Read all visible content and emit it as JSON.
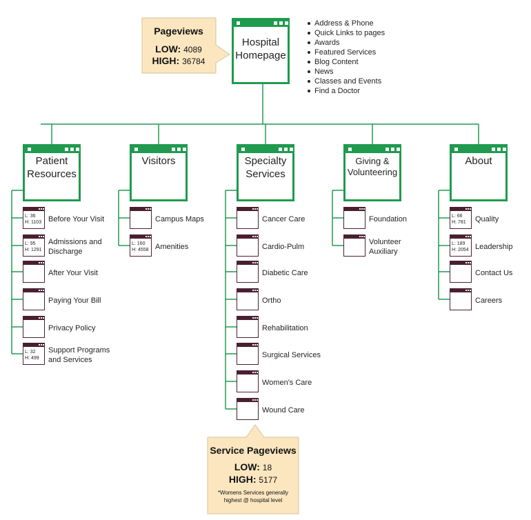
{
  "pageviews_callout": {
    "title": "Pageviews",
    "low_label": "LOW:",
    "low_value": "4089",
    "high_label": "HIGH:",
    "high_value": "36784"
  },
  "homepage": {
    "line1": "Hospital",
    "line2": "Homepage"
  },
  "homepage_bullets": [
    "Address & Phone",
    "Quick Links to pages",
    "Awards",
    "Featured Services",
    "Blog Content",
    "News",
    "Classes and Events",
    "Find a Doctor"
  ],
  "sections": [
    {
      "line1": "Patient",
      "line2": "Resources",
      "pages": [
        {
          "label": "Before Your Visit",
          "low": "L: 36",
          "high": "H: 1103"
        },
        {
          "label": "Admissions and",
          "label2": "Discharge",
          "low": "L: 95",
          "high": "H: 1291"
        },
        {
          "label": "After Your Visit"
        },
        {
          "label": "Paying Your Bill"
        },
        {
          "label": "Privacy Policy"
        },
        {
          "label": "Support Programs",
          "label2": "and Services",
          "low": "L: 32",
          "high": "H: 499"
        }
      ]
    },
    {
      "line1": "Visitors",
      "pages": [
        {
          "label": "Campus Maps"
        },
        {
          "label": "Amenities",
          "low": "L: 160",
          "high": "H: 4558"
        }
      ]
    },
    {
      "line1": "Specialty",
      "line2": "Services",
      "pages": [
        {
          "label": "Cancer Care"
        },
        {
          "label": "Cardio-Pulm"
        },
        {
          "label": "Diabetic Care"
        },
        {
          "label": "Ortho"
        },
        {
          "label": "Rehabilitation"
        },
        {
          "label": "Surgical Services"
        },
        {
          "label": "Women's Care"
        },
        {
          "label": "Wound Care"
        }
      ]
    },
    {
      "line1": "Giving &",
      "line2": "Volunteering",
      "pages": [
        {
          "label": "Foundation"
        },
        {
          "label": "Volunteer",
          "label2": "Auxiliary"
        }
      ]
    },
    {
      "line1": "About",
      "pages": [
        {
          "label": "Quality",
          "low": "L: 66",
          "high": "H: 781"
        },
        {
          "label": "Leadership",
          "low": "L: 189",
          "high": "H: 2054"
        },
        {
          "label": "Contact Us"
        },
        {
          "label": "Careers"
        }
      ]
    }
  ],
  "service_callout": {
    "title": "Service Pageviews",
    "low_label": "LOW:",
    "low_value": "18",
    "high_label": "HIGH:",
    "high_value": "5177",
    "note1": "*Womens Services generally",
    "note2": "highest @ hospital level"
  },
  "colors": {
    "green": "#1f9a4f",
    "maroon": "#4a1f30",
    "callout": "#fbe6bf"
  }
}
